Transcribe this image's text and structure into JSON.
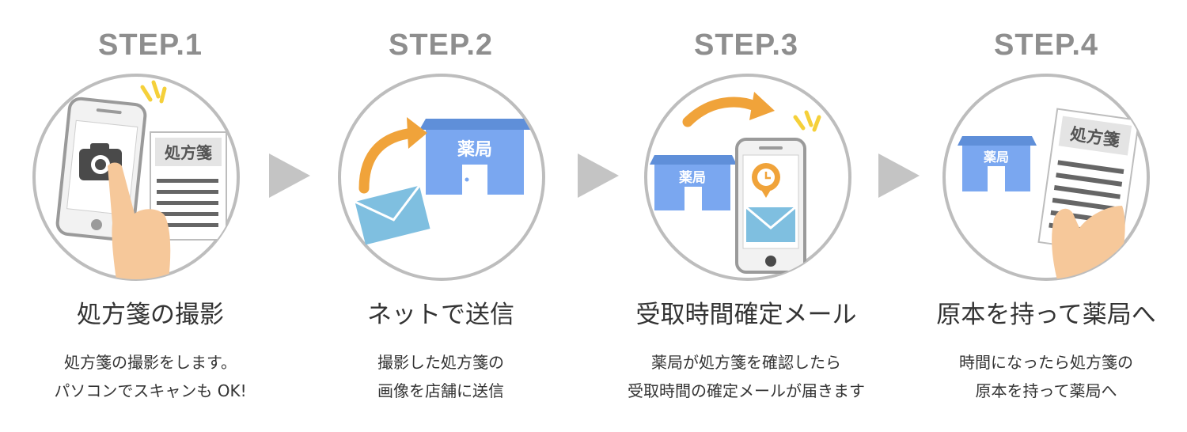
{
  "steps": [
    {
      "label": "STEP.1",
      "title": "処方箋の撮影",
      "lines": [
        "処方箋の撮影をします。",
        "パソコンでスキャンも OK!"
      ],
      "paper_label": "処方箋"
    },
    {
      "label": "STEP.2",
      "title": "ネットで送信",
      "lines": [
        "撮影した処方箋の",
        "画像を店舗に送信"
      ],
      "pharmacy_label": "薬局"
    },
    {
      "label": "STEP.3",
      "title": "受取時間確定メール",
      "lines": [
        "薬局が処方箋を確認したら",
        "受取時間の確定メールが届きます"
      ],
      "pharmacy_label": "薬局"
    },
    {
      "label": "STEP.4",
      "title": "原本を持って薬局へ",
      "lines": [
        "時間になったら処方箋の",
        "原本を持って薬局へ"
      ],
      "pharmacy_label": "薬局",
      "paper_label": "処方箋"
    }
  ],
  "colors": {
    "step_label": "#8e8e8e",
    "circle_border": "#bdbdbd",
    "arrow": "#c4c4c4",
    "orange": "#f0a33a",
    "building": "#7aa7f0",
    "envelope": "#7fbfe0",
    "skin": "#f6c89a",
    "yellow": "#f5d03a"
  }
}
